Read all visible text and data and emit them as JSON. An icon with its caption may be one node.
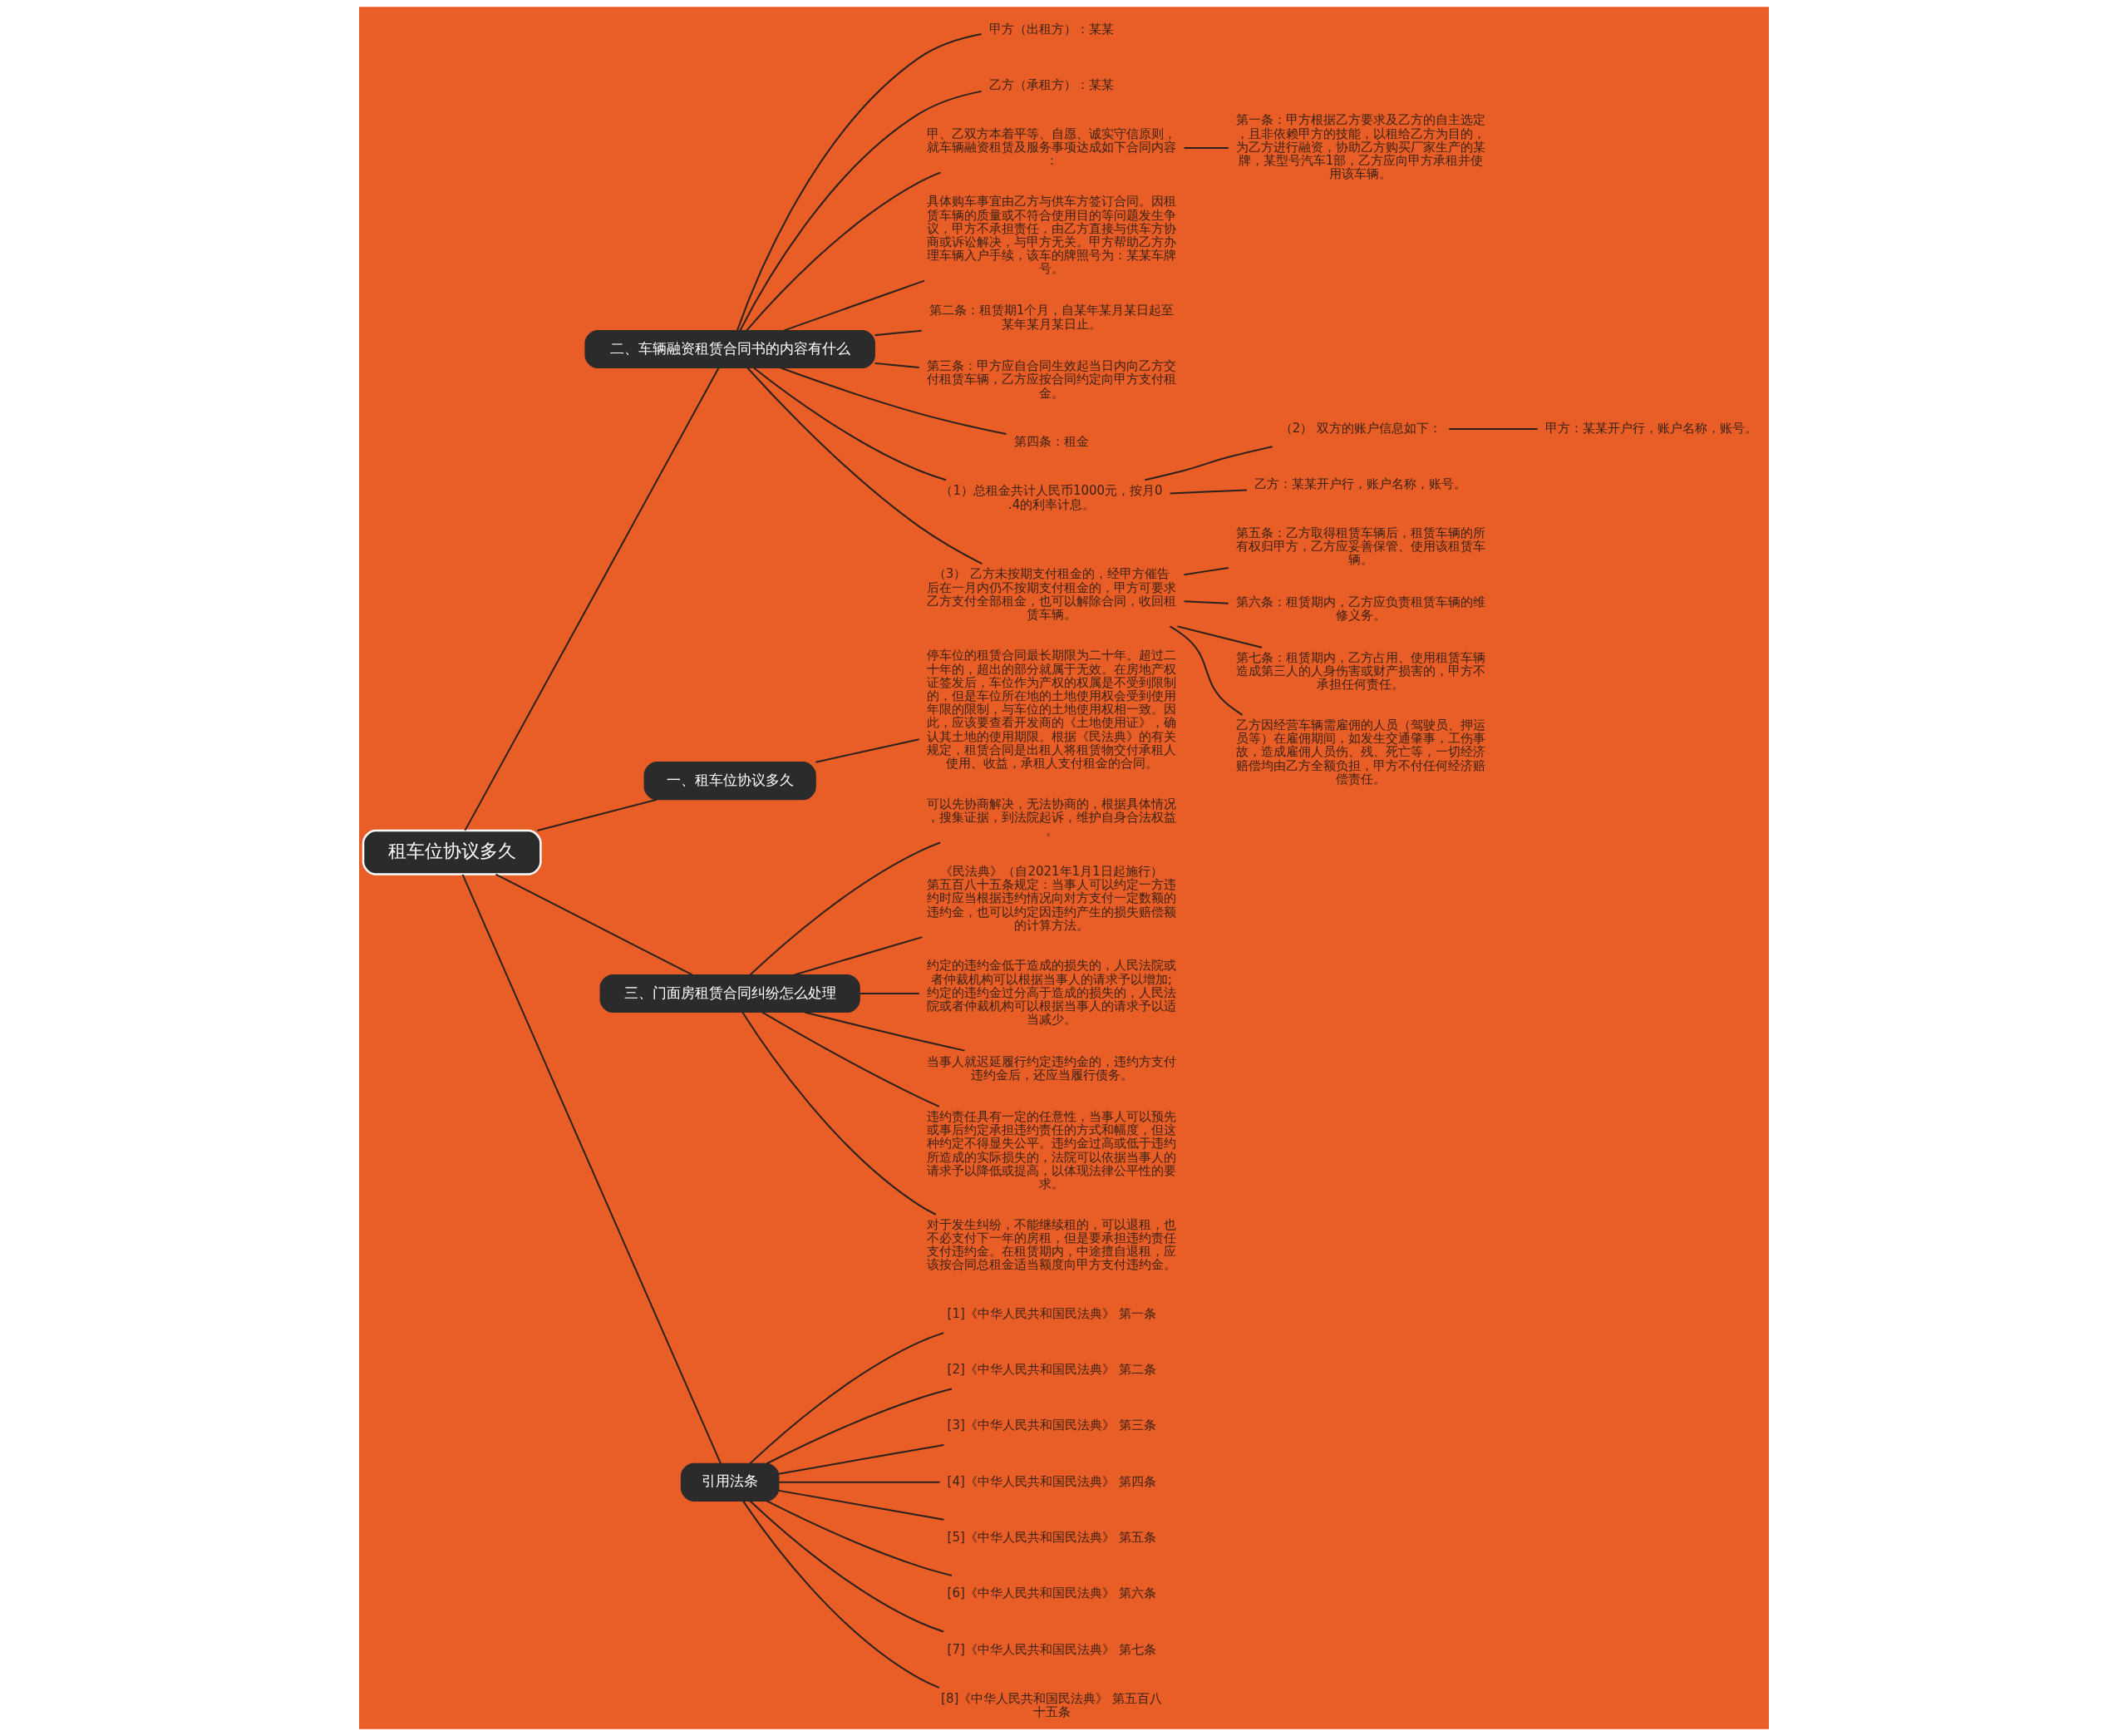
{
  "diagram": {
    "nodes": [
      {
        "text": [
          "租车位协议多久"
        ]
      },
      {
        "text": [
          "二、车辆融资租赁合同书的内容有什么"
        ]
      },
      {
        "text": [
          "甲方（出租方）：某某"
        ]
      },
      {
        "text": [
          "乙方（承租方）：某某"
        ]
      },
      {
        "text": [
          "甲、乙双方本着平等、自愿、诚实守信原则，就车辆融资租赁及服务事项达成如下合同内容："
        ]
      },
      {
        "text": [
          "第一条：甲方根据乙方要求及乙方的自主选定，且非依赖甲方的技能，以租给乙方为目的，为乙方进行融资，协助乙方购买厂家生产的某牌，某型号汽车1部，乙方应向甲方承租并使用该车辆。"
        ]
      },
      {
        "text": [
          "具体购车事宜由乙方与供车方签订合同。因租赁车辆的质量或不符合使用目的等问题发生争议，甲方不承担责任，由乙方直接与供车方协商或诉讼解决，与甲方无关。甲方帮助乙方办理车辆入户手续，该车的牌照号为：某某车牌号。"
        ]
      },
      {
        "text": [
          "第二条：租赁期1个月，自某年某月某日起至某年某月某日止。"
        ]
      },
      {
        "text": [
          "第三条：甲方应自合同生效起当日内向乙方交付租赁车辆，乙方应按合同约定向甲方支付租金。"
        ]
      },
      {
        "text": [
          "第四条：租金"
        ]
      },
      {
        "text": [
          "（1）总租金共计人民币1000元，按月0.4的利率计息。"
        ]
      },
      {
        "text": [
          "（2） 双方的账户信息如下："
        ]
      },
      {
        "text": [
          "甲方：某某开户行，账户名称，账号。"
        ]
      },
      {
        "text": [
          "乙方：某某开户行，账户名称，账号。"
        ]
      },
      {
        "text": [
          "（3） 乙方未按期支付租金的，经甲方催告后在一月内仍不按期支付租金的，甲方可要求乙方支付全部租金，也可以解除合同，收回租赁车辆。"
        ]
      },
      {
        "text": [
          "第五条：乙方取得租赁车辆后，租赁车辆的所有权归甲方，乙方应妥善保管、使用该租赁车辆。"
        ]
      },
      {
        "text": [
          "第六条：租赁期内，乙方应负责租赁车辆的维修义务。"
        ]
      },
      {
        "text": [
          "第七条：租赁期内，乙方占用、使用租赁车辆造成第三人的人身伤害或财产损害的，甲方不承担任何责任。"
        ]
      },
      {
        "text": [
          "乙方因经营车辆需雇佣的人员（驾驶员、押运员等）在雇佣期间，如发生交通肇事，工伤事故，造成雇佣人员伤、残、死亡等，一切经济赔偿均由乙方全额负担，甲方不付任何经济赔偿责任。"
        ]
      },
      {
        "text": [
          "一、租车位协议多久"
        ]
      },
      {
        "text": [
          "停车位的租赁合同最长期限为二十年。超过二十年的，超出的部分就属于无效。在房地产权证签发后，车位作为产权的权属是不受到限制的，但是车位所在地的土地使用权会受到使用年限的限制，与车位的土地使用权相一致。因此，应该要查看开发商的《土地使用证》，确认其土地的使用期限。根据《民法典》的有关规定，租赁合同是出租人将租赁物交付承租人使用、收益，承租人支付租金的合同。"
        ]
      },
      {
        "text": [
          "三、门面房租赁合同纠纷怎么处理"
        ]
      },
      {
        "text": [
          "可以先协商解决，无法协商的，根据具体情况，搜集证据，到法院起诉，维护自身合法权益。"
        ]
      },
      {
        "text": [
          "《民法典》（自2021年1月1日起施行）第五百八十五条规定：当事人可以约定一方违约时应当根据违约情况向对方支付一定数额的违约金，也可以约定因违约产生的损失赔偿额的计算方法。"
        ]
      },
      {
        "text": [
          "约定的违约金低于造成的损失的，人民法院或者仲裁机构可以根据当事人的请求予以增加;约定的违约金过分高于造成的损失的，人民法院或者仲裁机构可以根据当事人的请求予以适当减少。"
        ]
      },
      {
        "text": [
          "当事人就迟延履行约定违约金的，违约方支付违约金后，还应当履行债务。"
        ]
      },
      {
        "text": [
          "违约责任具有一定的任意性，当事人可以预先或事后约定承担违约责任的方式和幅度，但这种约定不得显失公平。违约金过高或低于违约所造成的实际损失的，法院可以依据当事人的请求予以降低或提高，以体现法律公平性的要求。"
        ]
      },
      {
        "text": [
          "对于发生纠纷，不能继续租的，可以退租，也不必支付下一年的房租，但是要承担违约责任支付违约金。在租赁期内，中途擅自退租，应该按合同总租金适当额度向甲方支付违约金。"
        ]
      },
      {
        "text": [
          "引用法条"
        ]
      },
      {
        "text": [
          "[1]《中华人民共和国民法典》 第一条"
        ]
      },
      {
        "text": [
          "[2]《中华人民共和国民法典》 第二条"
        ]
      },
      {
        "text": [
          "[3]《中华人民共和国民法典》 第三条"
        ]
      },
      {
        "text": [
          "[4]《中华人民共和国民法典》 第四条"
        ]
      },
      {
        "text": [
          "[5]《中华人民共和国民法典》 第五条"
        ]
      },
      {
        "text": [
          "[6]《中华人民共和国民法典》 第六条"
        ]
      },
      {
        "text": [
          "[7]《中华人民共和国民法典》 第七条"
        ]
      },
      {
        "text": [
          "[8]《中华人民共和国民法典》 第五百八十五条"
        ]
      }
    ],
    "edges": [
      {
        "from": 0,
        "to": 1,
        "arrow": "none"
      },
      {
        "from": 1,
        "to": 2,
        "arrow": "none"
      },
      {
        "from": 1,
        "to": 3,
        "arrow": "none"
      },
      {
        "from": 1,
        "to": 4,
        "arrow": "none"
      },
      {
        "from": 4,
        "to": 5,
        "arrow": "none"
      },
      {
        "from": 1,
        "to": 6,
        "arrow": "none"
      },
      {
        "from": 1,
        "to": 7,
        "arrow": "none"
      },
      {
        "from": 1,
        "to": 8,
        "arrow": "none"
      },
      {
        "from": 1,
        "to": 9,
        "arrow": "none"
      },
      {
        "from": 1,
        "to": 10,
        "arrow": "none"
      },
      {
        "from": 10,
        "to": 11,
        "arrow": "none"
      },
      {
        "from": 11,
        "to": 12,
        "arrow": "none"
      },
      {
        "from": 10,
        "to": 13,
        "arrow": "none"
      },
      {
        "from": 1,
        "to": 14,
        "arrow": "none"
      },
      {
        "from": 14,
        "to": 15,
        "arrow": "none"
      },
      {
        "from": 14,
        "to": 16,
        "arrow": "none"
      },
      {
        "from": 14,
        "to": 17,
        "arrow": "none"
      },
      {
        "from": 14,
        "to": 18,
        "arrow": "none"
      },
      {
        "from": 0,
        "to": 19,
        "arrow": "none"
      },
      {
        "from": 19,
        "to": 20,
        "arrow": "none"
      },
      {
        "from": 0,
        "to": 21,
        "arrow": "none"
      },
      {
        "from": 21,
        "to": 22,
        "arrow": "none"
      },
      {
        "from": 21,
        "to": 23,
        "arrow": "none"
      },
      {
        "from": 21,
        "to": 24,
        "arrow": "none"
      },
      {
        "from": 21,
        "to": 25,
        "arrow": "none"
      },
      {
        "from": 21,
        "to": 26,
        "arrow": "none"
      },
      {
        "from": 21,
        "to": 27,
        "arrow": "none"
      },
      {
        "from": 0,
        "to": 28,
        "arrow": "none"
      },
      {
        "from": 28,
        "to": 29,
        "arrow": "none"
      },
      {
        "from": 28,
        "to": 30,
        "arrow": "none"
      },
      {
        "from": 28,
        "to": 31,
        "arrow": "none"
      },
      {
        "from": 28,
        "to": 32,
        "arrow": "none"
      },
      {
        "from": 28,
        "to": 33,
        "arrow": "none"
      },
      {
        "from": 28,
        "to": 34,
        "arrow": "none"
      },
      {
        "from": 28,
        "to": 35,
        "arrow": "none"
      },
      {
        "from": 28,
        "to": 36,
        "arrow": "none"
      }
    ]
  }
}
